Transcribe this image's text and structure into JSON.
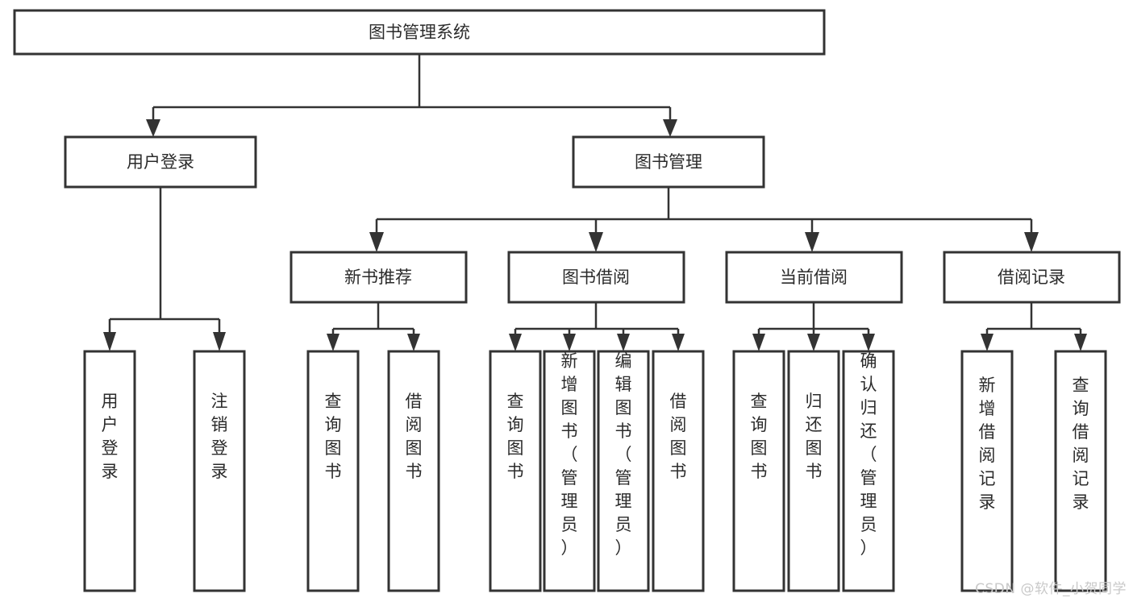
{
  "diagram": {
    "title": "图书管理系统",
    "type": "tree-hierarchy",
    "watermark": "CSDN @软件_小贺同学",
    "colors": {
      "box_stroke": "#333333",
      "box_fill": "#ffffff",
      "connector": "#333333",
      "label_text": "#2b2b2b",
      "watermark_text": "#c9c9c9",
      "background": "#ffffff"
    },
    "root": {
      "label": "图书管理系统"
    },
    "level1": [
      {
        "label": "用户登录"
      },
      {
        "label": "图书管理"
      }
    ],
    "level2": [
      {
        "label": "新书推荐"
      },
      {
        "label": "图书借阅"
      },
      {
        "label": "当前借阅"
      },
      {
        "label": "借阅记录"
      }
    ],
    "leaves_user_login": [
      {
        "label": "用户登录"
      },
      {
        "label": "注销登录"
      }
    ],
    "leaves_new_book": [
      {
        "label": "查询图书"
      },
      {
        "label": "借阅图书"
      }
    ],
    "leaves_borrow": [
      {
        "label": "查询图书"
      },
      {
        "label": "新增图书（管理员）"
      },
      {
        "label": "编辑图书（管理员）"
      },
      {
        "label": "借阅图书"
      }
    ],
    "leaves_current": [
      {
        "label": "查询图书"
      },
      {
        "label": "归还图书"
      },
      {
        "label": "确认归还（管理员）"
      }
    ],
    "leaves_records": [
      {
        "label": "新增借阅记录"
      },
      {
        "label": "查询借阅记录"
      }
    ]
  }
}
